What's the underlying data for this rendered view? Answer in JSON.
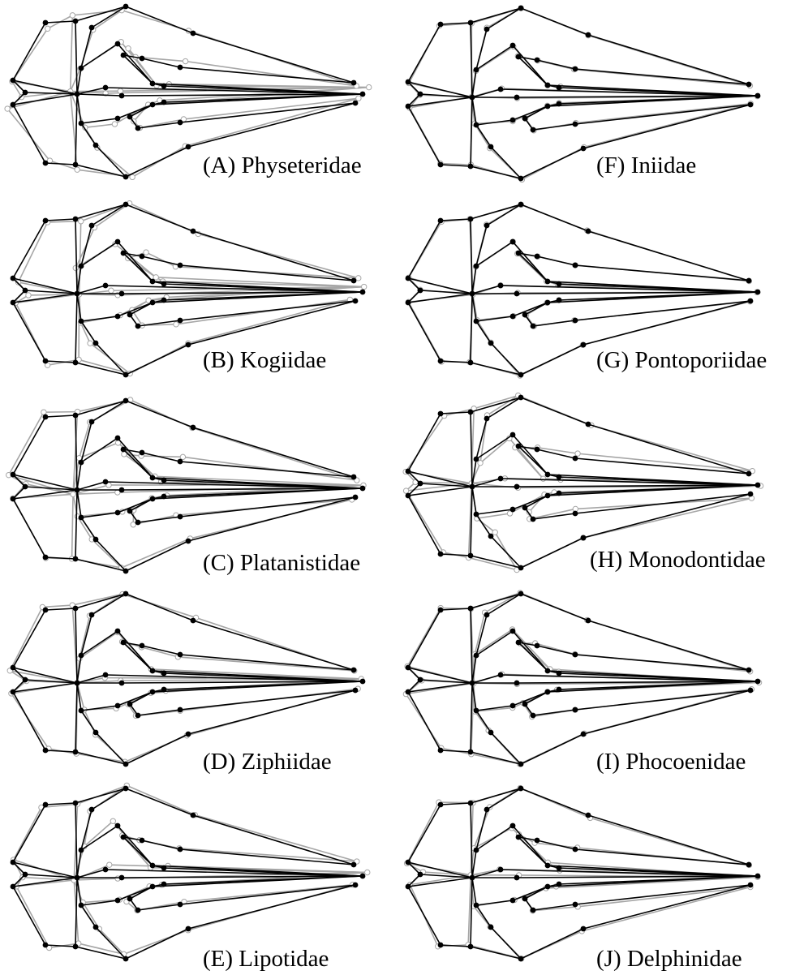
{
  "figure": {
    "consensus_color": "#000000",
    "family_color": "#a6a6a6",
    "panels": [
      {
        "label": "(A) Physeteridae",
        "variant": "a"
      },
      {
        "label": "(F) Iniidae",
        "variant": "f"
      },
      {
        "label": "(B) Kogiidae",
        "variant": "b"
      },
      {
        "label": "(G) Pontoporiidae",
        "variant": "g"
      },
      {
        "label": "(C) Platanistidae",
        "variant": "c"
      },
      {
        "label": "(H) Monodontidae",
        "variant": "h"
      },
      {
        "label": "(D) Ziphiidae",
        "variant": "d"
      },
      {
        "label": "(I) Phocoenidae",
        "variant": "i"
      },
      {
        "label": "(E) Lipotidae",
        "variant": "e"
      },
      {
        "label": "(J) Delphinidae",
        "variant": "j"
      }
    ]
  }
}
